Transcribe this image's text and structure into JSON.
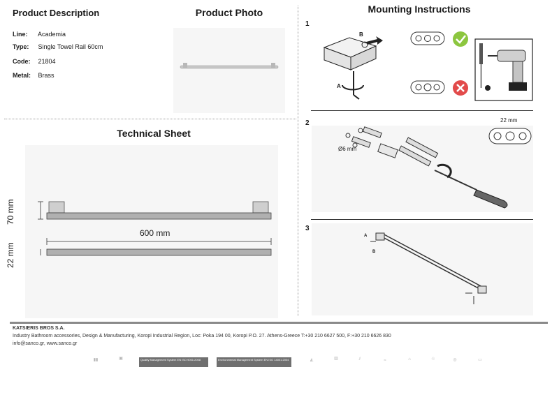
{
  "product": {
    "description_title": "Product Description",
    "specs": [
      {
        "key": "Line:",
        "value": "Academia"
      },
      {
        "key": "Type:",
        "value": "Single Towel Rail 60cm"
      },
      {
        "key": "Code:",
        "value": "21804"
      },
      {
        "key": "Metal:",
        "value": "Brass"
      }
    ],
    "photo_title": "Product Photo"
  },
  "technical": {
    "title": "Technical Sheet",
    "height_dim": "70 mm",
    "depth_dim": "22 mm",
    "length_dim": "600 mm"
  },
  "mounting": {
    "title": "Mounting Instructions",
    "steps": [
      "1",
      "2",
      "3"
    ],
    "label_a": "A",
    "label_b": "B",
    "hole_dim": "Ø6 mm",
    "spacing_dim": "22 mm"
  },
  "footer": {
    "company": "KATSIERIS BROS S.A.",
    "address": "Industry Bathroom accessories, Design & Manufacturing, Koropi Industrial Region, Loc: Poka 194 00, Koropi P.O. 27. Athens-Greece   T:+30 210 6627 500, F:+30 210 6626 830",
    "contact": "info@sanco.gr, www.sanco.gr",
    "cert1": "Quality Management System EN ISO 9001:2008",
    "cert2": "Environmental Management System EN ISO 14001:2004"
  }
}
